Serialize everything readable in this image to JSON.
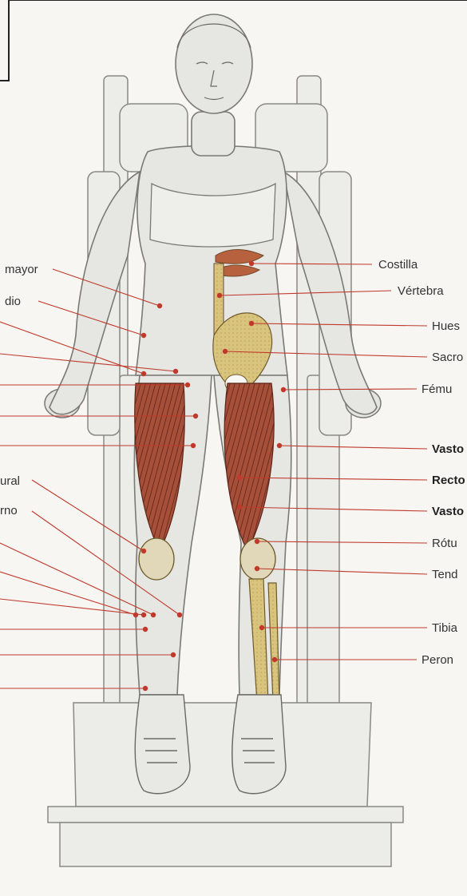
{
  "labels_right": [
    {
      "id": "costilla",
      "text": "Costilla",
      "bold": false
    },
    {
      "id": "vertebra",
      "text": "Vértebra",
      "bold": false
    },
    {
      "id": "hueso",
      "text": "Hues",
      "bold": false
    },
    {
      "id": "sacro",
      "text": "Sacro",
      "bold": false
    },
    {
      "id": "femur",
      "text": "Fému",
      "bold": false
    },
    {
      "id": "vasto1",
      "text": "Vasto",
      "bold": true
    },
    {
      "id": "recto",
      "text": "Recto",
      "bold": true
    },
    {
      "id": "vasto2",
      "text": "Vasto",
      "bold": true
    },
    {
      "id": "rotula",
      "text": "Rótu",
      "bold": false
    },
    {
      "id": "tendon",
      "text": "Tend",
      "bold": false
    },
    {
      "id": "tibia",
      "text": "Tibia",
      "bold": false
    },
    {
      "id": "perone",
      "text": "Peron",
      "bold": false
    }
  ],
  "labels_left": [
    {
      "id": "oblicuo",
      "text": "mayor"
    },
    {
      "id": "medio",
      "text": "dio"
    },
    {
      "id": "fural",
      "text": "ural"
    },
    {
      "id": "rno",
      "text": "rno"
    }
  ],
  "colors": {
    "leader_line": "#c0392b",
    "marker": "#c0392b",
    "muscle": "#8b3a2a",
    "bone": "#d8c27a",
    "skin": "#e6e6e2",
    "outline": "#7a7a74",
    "machine": "#ecece8"
  }
}
